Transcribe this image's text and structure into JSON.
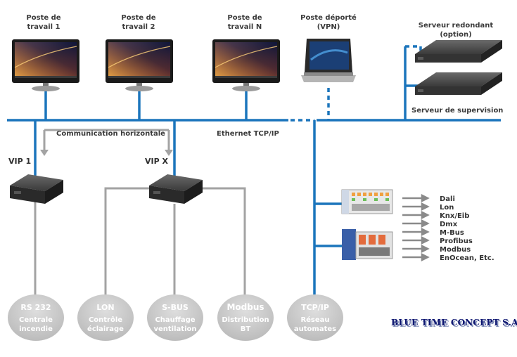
{
  "workstations": [
    {
      "line1": "Poste de",
      "line2": "travail 1"
    },
    {
      "line1": "Poste de",
      "line2": "travail 2"
    },
    {
      "line1": "Poste de",
      "line2": "travail N"
    }
  ],
  "remote": {
    "line1": "Poste déporté",
    "line2": "(VPN)"
  },
  "servers": {
    "redundant_line1": "Serveur redondant",
    "redundant_line2": "(option)",
    "supervision": "Serveur de supervision"
  },
  "network": {
    "ethernet": "Ethernet TCP/IP",
    "horizontal": "Communication horizontale"
  },
  "vip": {
    "vip1": "VIP 1",
    "vipx": "VIP X"
  },
  "bottom_nodes": [
    {
      "title": "RS 232",
      "line1": "Centrale",
      "line2": "incendie"
    },
    {
      "title": "LON",
      "line1": "Contrôle",
      "line2": "éclairage"
    },
    {
      "title": "S-BUS",
      "line1": "Chauffage",
      "line2": "ventilation"
    },
    {
      "title": "Modbus",
      "line1": "Distribution",
      "line2": "BT"
    },
    {
      "title": "TCP/IP",
      "line1": "Réseau",
      "line2": "automates"
    }
  ],
  "protocols": [
    "Dali",
    "Lon",
    "Knx/Eib",
    "Dmx",
    "M-Bus",
    "Profibus",
    "Modbus",
    "EnOcean, Etc."
  ],
  "logo": "BLUE TIME CONCEPT S.A.",
  "colors": {
    "bus": "#1b75bc",
    "wire": "#a3a3a3",
    "node": "#c7c7c7",
    "logo_text": "#0d1570",
    "logo_shadow": "#7f8db8"
  }
}
